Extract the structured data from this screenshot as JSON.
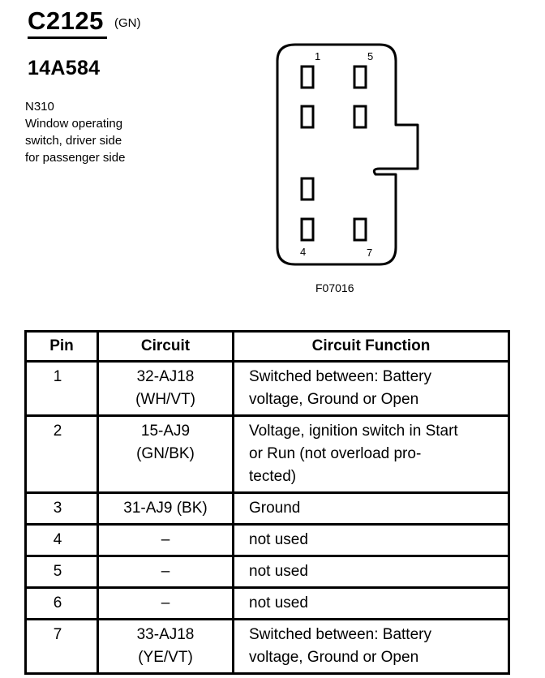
{
  "connector": {
    "id": "C2125",
    "color": "(GN)",
    "part_number": "14A584",
    "description_code": "N310",
    "description_lines": [
      "Window operating",
      "switch, driver side",
      "for passenger side"
    ]
  },
  "diagram": {
    "pin_labels": {
      "p1": "1",
      "p5": "5",
      "p4": "4",
      "p7": "7"
    },
    "figure_id": "F07016"
  },
  "table": {
    "headers": [
      "Pin",
      "Circuit",
      "Circuit Function"
    ],
    "rows": [
      {
        "pin": "1",
        "circuit": [
          "32-AJ18",
          "(WH/VT)"
        ],
        "function": [
          "Switched between: Battery",
          "voltage, Ground or Open"
        ]
      },
      {
        "pin": "2",
        "circuit": [
          "15-AJ9",
          "(GN/BK)"
        ],
        "function": [
          "Voltage, ignition switch in Start",
          "or Run (not overload pro-",
          "tected)"
        ]
      },
      {
        "pin": "3",
        "circuit": [
          "31-AJ9 (BK)"
        ],
        "function": [
          "Ground"
        ]
      },
      {
        "pin": "4",
        "circuit": [
          "–"
        ],
        "function": [
          "not used"
        ]
      },
      {
        "pin": "5",
        "circuit": [
          "–"
        ],
        "function": [
          "not used"
        ]
      },
      {
        "pin": "6",
        "circuit": [
          "–"
        ],
        "function": [
          "not used"
        ]
      },
      {
        "pin": "7",
        "circuit": [
          "33-AJ18",
          "(YE/VT)"
        ],
        "function": [
          "Switched between: Battery",
          "voltage, Ground or Open"
        ]
      }
    ]
  }
}
